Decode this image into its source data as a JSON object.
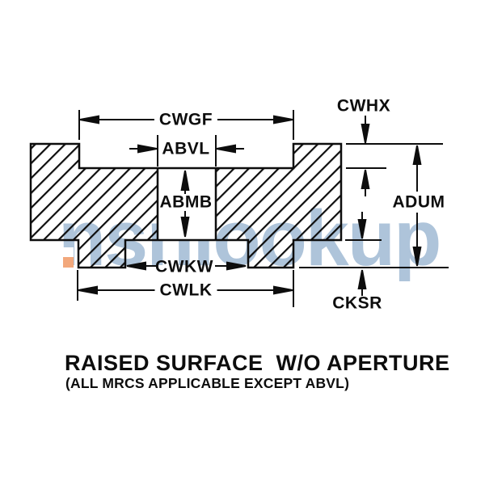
{
  "page": {
    "background_color": "#ffffff",
    "line_color": "#0d0d0d"
  },
  "watermark": {
    "text": "nsnlookup",
    "text_color": "#aec4da",
    "accent_square_color": "#f2a87c"
  },
  "diagram": {
    "type": "engineering-cross-section",
    "dimension_labels": {
      "cwgf": "CWGF",
      "abvl": "ABVL",
      "cwhx": "CWHX",
      "abmb": "ABMB",
      "adum": "ADUM",
      "cwkw": "CWKW",
      "cwlk": "CWLK",
      "cksr": "CKSR"
    }
  },
  "caption": {
    "title": "RAISED SURFACE  W/O APERTURE",
    "subtitle": "(ALL MRCS APPLICABLE EXCEPT ABVL)"
  }
}
